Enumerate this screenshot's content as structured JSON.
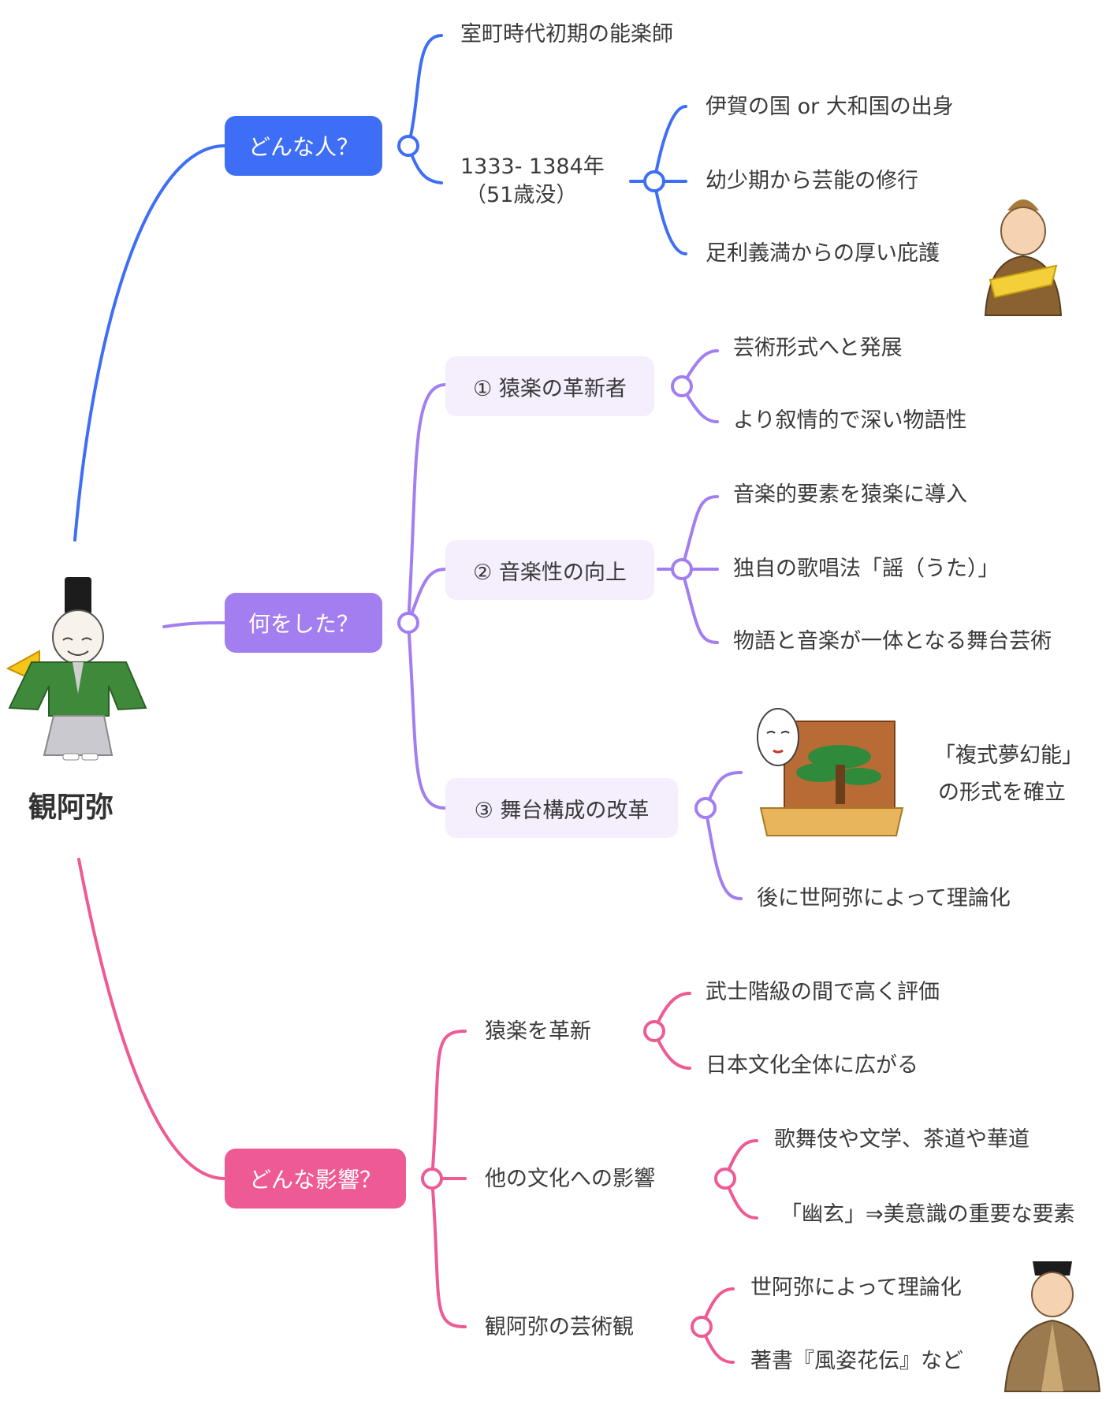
{
  "root": "観阿弥",
  "branches": {
    "who": {
      "title": "どんな人？",
      "color": "#3e6ef5",
      "items": {
        "era": "室町時代初期の能楽師",
        "years_line1": "1333- 1384年",
        "years_line2": "（51歳没）",
        "details": [
          "伊賀の国 or 大和国の出身",
          "幼少期から芸能の修行",
          "足利義満からの厚い庇護"
        ]
      }
    },
    "did": {
      "title": "何をした？",
      "color": "#a27ef0",
      "subs": [
        {
          "label": "① 猿楽の革新者",
          "items": [
            "芸術形式へと発展",
            "より叙情的で深い物語性"
          ]
        },
        {
          "label": "② 音楽性の向上",
          "items": [
            "音楽的要素を猿楽に導入",
            "独自の歌唱法「謡（うた）」",
            "物語と音楽が一体となる舞台芸術"
          ]
        },
        {
          "label": "③ 舞台構成の改革",
          "items": [
            "「複式夢幻能」",
            "の形式を確立",
            "後に世阿弥によって理論化"
          ]
        }
      ]
    },
    "influence": {
      "title": "どんな影響？",
      "color": "#ee5a94",
      "subs": [
        {
          "label": "猿楽を革新",
          "items": [
            "武士階級の間で高く評価",
            "日本文化全体に広がる"
          ]
        },
        {
          "label": "他の文化への影響",
          "items": [
            "歌舞伎や文学、茶道や華道",
            "「幽玄」⇒美意識の重要な要素"
          ]
        },
        {
          "label": "観阿弥の芸術観",
          "items": [
            "世阿弥によって理論化",
            "著書『風姿花伝』など"
          ]
        }
      ]
    }
  }
}
